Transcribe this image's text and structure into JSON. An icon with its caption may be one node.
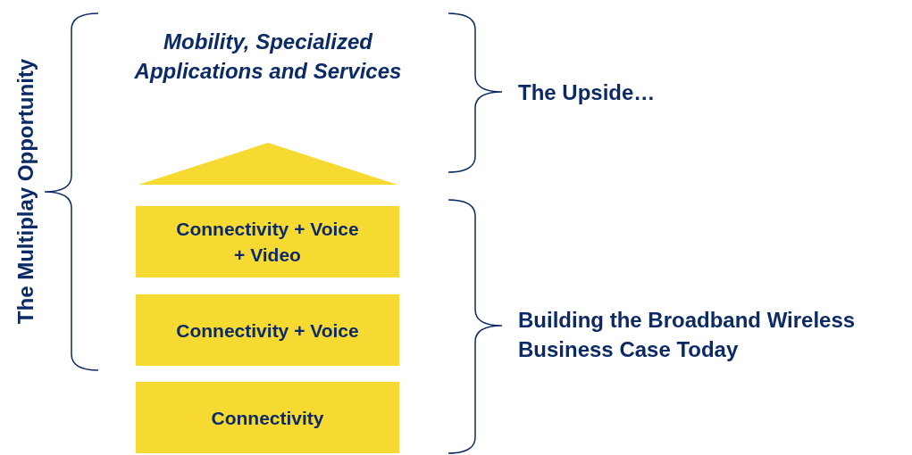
{
  "diagram": {
    "nodes": [
      {
        "text": [],
        "shape": "triangle"
      },
      {
        "text": [
          "Connectivity + Voice + Video"
        ]
      },
      {
        "text": [
          "Connectivity + Voice"
        ]
      },
      {
        "text": [
          "Connectivity"
        ]
      }
    ],
    "labels": [
      "The Multiplay Opportunity",
      "Mobility, Specialized Applications and Services",
      "The Upside…",
      "Building the Broadband Wireless Business Case Today"
    ]
  }
}
